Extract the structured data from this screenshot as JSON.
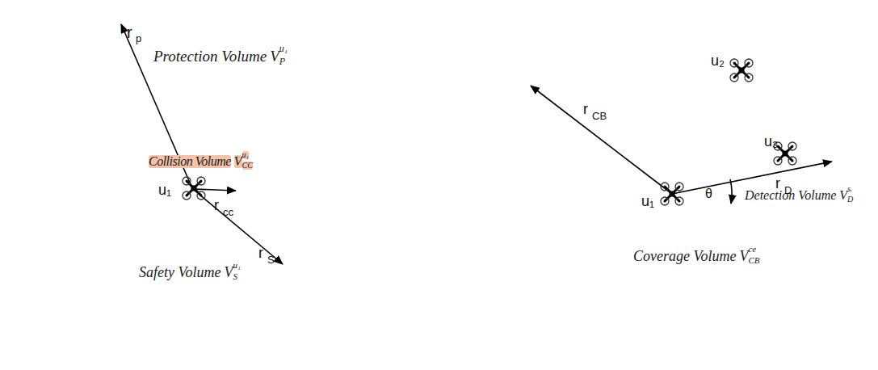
{
  "diagram": {
    "nodes": [
      {
        "text": [
          "Protection Volume",
          "V",
          "P",
          "u₁"
        ]
      },
      {
        "text": [
          "Safety Volume",
          "V",
          "S",
          "u₁"
        ],
        "in": 0
      },
      {
        "text": [
          "Collision Volume",
          "V",
          "CC",
          "u₁"
        ],
        "in": 1
      },
      {
        "text": [
          "Coverage Volume",
          "V",
          "CB",
          "ce"
        ]
      },
      {
        "text": [
          "Detection Volume",
          "V",
          "D",
          "sᵢ"
        ],
        "in": 3
      }
    ],
    "labels": [
      "r",
      "p",
      "u₁",
      "r",
      "cc",
      "r",
      "S",
      "u₂",
      "r",
      "CB",
      "u₃",
      "r",
      "D",
      "θ",
      "u₁"
    ]
  }
}
